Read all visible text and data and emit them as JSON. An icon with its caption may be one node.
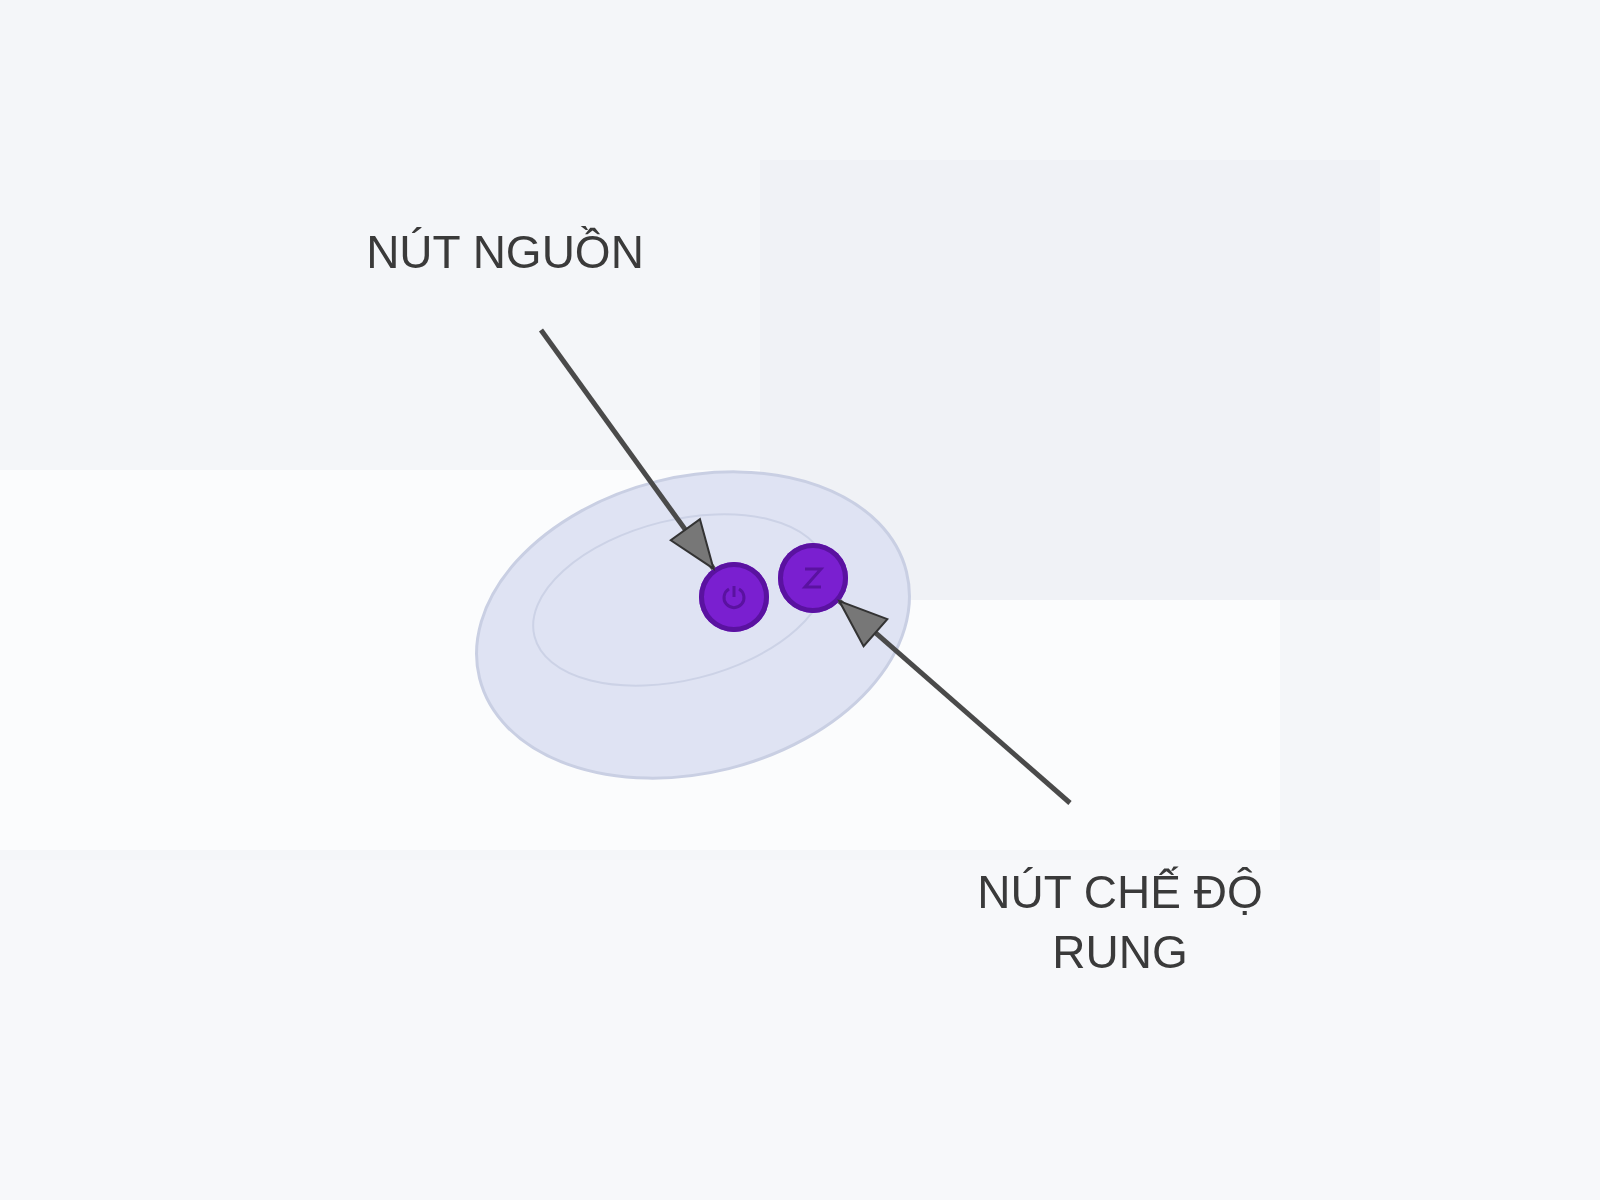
{
  "diagram": {
    "nodes": [
      {
        "text": [
          "NÚT NGUỒN"
        ]
      },
      {
        "text": [
          "NÚT CHẾ ĐỘ RUNG"
        ]
      },
      {
        "text": [],
        "shape": "circle"
      },
      {
        "text": [],
        "shape": "circle"
      }
    ],
    "edges": [
      {
        "from": 0,
        "to": 2,
        "arrow": "to"
      },
      {
        "from": 1,
        "to": 3,
        "arrow": "to"
      }
    ]
  }
}
